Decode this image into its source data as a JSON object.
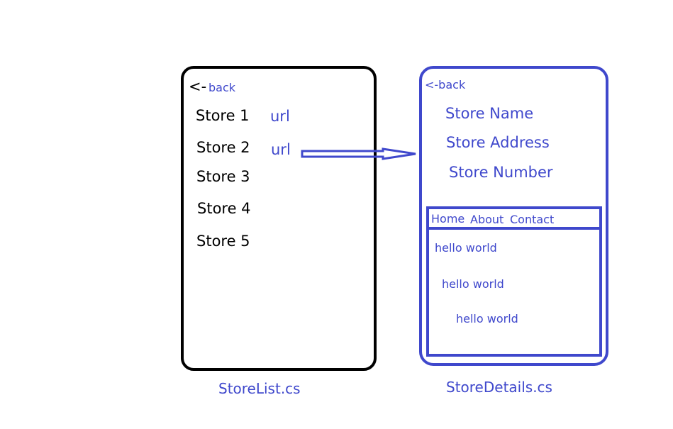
{
  "colors": {
    "blue": "#3f48cc",
    "black": "#000000"
  },
  "store_list": {
    "back_arrow": "<-",
    "back_label": "back",
    "stores": [
      "Store 1",
      "Store 2",
      "Store 3",
      "Store 4",
      "Store 5"
    ],
    "url_labels": [
      "url",
      "url"
    ],
    "caption": "StoreList.cs"
  },
  "store_details": {
    "back": "<-back",
    "fields": [
      "Store Name",
      "Store Address",
      "Store Number"
    ],
    "tabs": [
      "Home",
      "About",
      "Contact"
    ],
    "content": [
      "hello world",
      "hello world",
      "hello world"
    ],
    "caption": "StoreDetails.cs"
  }
}
